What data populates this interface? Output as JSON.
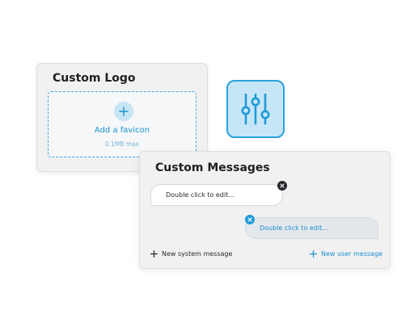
{
  "logo_card": {
    "title": "Custom Logo",
    "dropzone_label": "Add a favicon",
    "dropzone_hint": "0.1MB max",
    "icon": "plus-icon"
  },
  "settings_tile": {
    "icon": "sliders-icon"
  },
  "messages_card": {
    "title": "Custom Messages",
    "system_bubble_text": "Double click to edit...",
    "user_bubble_text": "Double click to edit...",
    "add_system_label": "New system message",
    "add_user_label": "New user message"
  },
  "colors": {
    "accent": "#1f9ad8",
    "accent_light": "#c6e6f7",
    "card_bg": "#f1f1f2",
    "dark": "#26262b"
  }
}
